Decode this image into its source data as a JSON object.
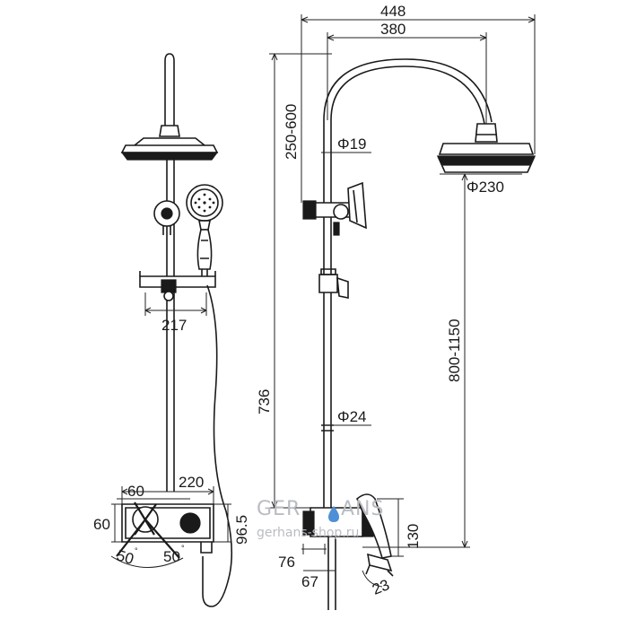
{
  "watermark": {
    "brand_left": "GER",
    "brand_right": "ANS",
    "url": "gerhans-shop.ru",
    "drop_color": "#4f8fd6"
  },
  "dimensions": {
    "total_width": "448",
    "arm_reach": "380",
    "arm_height_range": "250-600",
    "pipe_diameter_top": "Φ19",
    "head_diameter": "Φ230",
    "column_height": "800-1150",
    "overall_height": "736",
    "pipe_diameter_lower": "Φ24",
    "holder_spacing": "217",
    "mixer_width": "220",
    "handle_width": "60",
    "handle_height": "60",
    "mixer_height": "96.5",
    "mixer_side_height": "130",
    "outlet_left": "76",
    "outlet_bottom": "67",
    "outlet_angle": "23",
    "handle_angle_left": "50",
    "handle_angle_right": "50",
    "degree_mark": "°"
  }
}
